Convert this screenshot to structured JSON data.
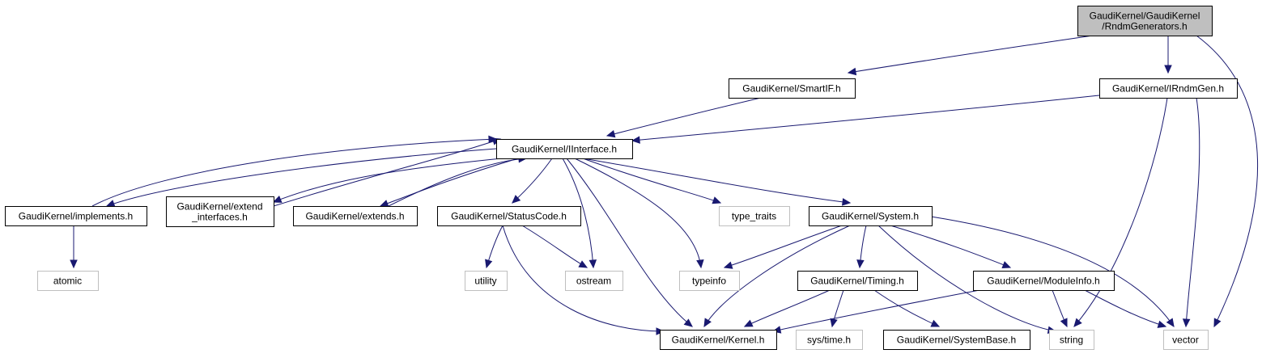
{
  "graph": {
    "colors": {
      "edge": "#191970",
      "node_border": "#000000",
      "external_border": "#bfbfbf",
      "focus_fill": "#bfbfbf",
      "node_fill": "#ffffff"
    },
    "nodes": [
      {
        "id": "rndm",
        "lines": [
          "GaudiKernel/GaudiKernel",
          "/RndmGenerators.h"
        ],
        "kind": "focus"
      },
      {
        "id": "smartif",
        "lines": [
          "GaudiKernel/SmartIF.h"
        ],
        "kind": "header"
      },
      {
        "id": "irndmgen",
        "lines": [
          "GaudiKernel/IRndmGen.h"
        ],
        "kind": "header"
      },
      {
        "id": "iinterface",
        "lines": [
          "GaudiKernel/IInterface.h"
        ],
        "kind": "header"
      },
      {
        "id": "implements",
        "lines": [
          "GaudiKernel/implements.h"
        ],
        "kind": "header"
      },
      {
        "id": "extend_interfaces",
        "lines": [
          "GaudiKernel/extend",
          "_interfaces.h"
        ],
        "kind": "header"
      },
      {
        "id": "extends",
        "lines": [
          "GaudiKernel/extends.h"
        ],
        "kind": "header"
      },
      {
        "id": "statuscode",
        "lines": [
          "GaudiKernel/StatusCode.h"
        ],
        "kind": "header"
      },
      {
        "id": "type_traits",
        "lines": [
          "type_traits"
        ],
        "kind": "external"
      },
      {
        "id": "system",
        "lines": [
          "GaudiKernel/System.h"
        ],
        "kind": "header"
      },
      {
        "id": "atomic",
        "lines": [
          "atomic"
        ],
        "kind": "external"
      },
      {
        "id": "utility",
        "lines": [
          "utility"
        ],
        "kind": "external"
      },
      {
        "id": "ostream",
        "lines": [
          "ostream"
        ],
        "kind": "external"
      },
      {
        "id": "typeinfo",
        "lines": [
          "typeinfo"
        ],
        "kind": "external"
      },
      {
        "id": "timing",
        "lines": [
          "GaudiKernel/Timing.h"
        ],
        "kind": "header"
      },
      {
        "id": "moduleinfo",
        "lines": [
          "GaudiKernel/ModuleInfo.h"
        ],
        "kind": "header"
      },
      {
        "id": "kernel",
        "lines": [
          "GaudiKernel/Kernel.h"
        ],
        "kind": "header"
      },
      {
        "id": "systime",
        "lines": [
          "sys/time.h"
        ],
        "kind": "external"
      },
      {
        "id": "systembase",
        "lines": [
          "GaudiKernel/SystemBase.h"
        ],
        "kind": "header"
      },
      {
        "id": "string",
        "lines": [
          "string"
        ],
        "kind": "external"
      },
      {
        "id": "vector",
        "lines": [
          "vector"
        ],
        "kind": "external"
      }
    ],
    "edges": [
      {
        "from": "rndm",
        "to": "smartif"
      },
      {
        "from": "rndm",
        "to": "irndmgen"
      },
      {
        "from": "rndm",
        "to": "vector"
      },
      {
        "from": "smartif",
        "to": "iinterface"
      },
      {
        "from": "irndmgen",
        "to": "iinterface"
      },
      {
        "from": "irndmgen",
        "to": "string"
      },
      {
        "from": "irndmgen",
        "to": "vector"
      },
      {
        "from": "iinterface",
        "to": "implements"
      },
      {
        "from": "implements",
        "to": "iinterface"
      },
      {
        "from": "iinterface",
        "to": "extend_interfaces"
      },
      {
        "from": "extend_interfaces",
        "to": "iinterface"
      },
      {
        "from": "iinterface",
        "to": "extends"
      },
      {
        "from": "extends",
        "to": "iinterface"
      },
      {
        "from": "iinterface",
        "to": "statuscode"
      },
      {
        "from": "iinterface",
        "to": "ostream"
      },
      {
        "from": "iinterface",
        "to": "kernel"
      },
      {
        "from": "iinterface",
        "to": "typeinfo"
      },
      {
        "from": "iinterface",
        "to": "type_traits"
      },
      {
        "from": "iinterface",
        "to": "system"
      },
      {
        "from": "implements",
        "to": "atomic"
      },
      {
        "from": "statuscode",
        "to": "utility"
      },
      {
        "from": "statuscode",
        "to": "ostream"
      },
      {
        "from": "statuscode",
        "to": "kernel"
      },
      {
        "from": "system",
        "to": "typeinfo"
      },
      {
        "from": "system",
        "to": "kernel"
      },
      {
        "from": "system",
        "to": "timing"
      },
      {
        "from": "system",
        "to": "string"
      },
      {
        "from": "system",
        "to": "moduleinfo"
      },
      {
        "from": "system",
        "to": "vector"
      },
      {
        "from": "timing",
        "to": "kernel"
      },
      {
        "from": "timing",
        "to": "systime"
      },
      {
        "from": "timing",
        "to": "systembase"
      },
      {
        "from": "moduleinfo",
        "to": "kernel"
      },
      {
        "from": "moduleinfo",
        "to": "string"
      },
      {
        "from": "moduleinfo",
        "to": "vector"
      }
    ]
  }
}
